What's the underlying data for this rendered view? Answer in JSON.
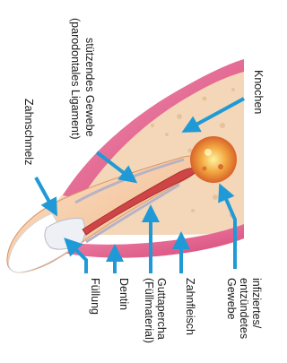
{
  "title": "",
  "colors": {
    "arrow": "#1f9ad6",
    "gum": "#e05c89",
    "bone": "#f3d7b8",
    "infection": "#ef8a3a",
    "gutta": "#cf4444"
  },
  "labels": {
    "zahnschmelz": "Zahnschmelz",
    "stuetzgewebe_1": "stützendes Gewebe",
    "stuetzgewebe_2": "(parodontales Ligament)",
    "knochen": "Knochen",
    "infiziert_1": "infiziertes/",
    "infiziert_2": "entzündetes",
    "infiziert_3": "Gewebe",
    "zahnfleisch": "Zahnfleisch",
    "gutta_1": "Guttapercha",
    "gutta_2": "(Füllmaterial)",
    "dentin": "Dentin",
    "fuellung": "Füllung"
  }
}
